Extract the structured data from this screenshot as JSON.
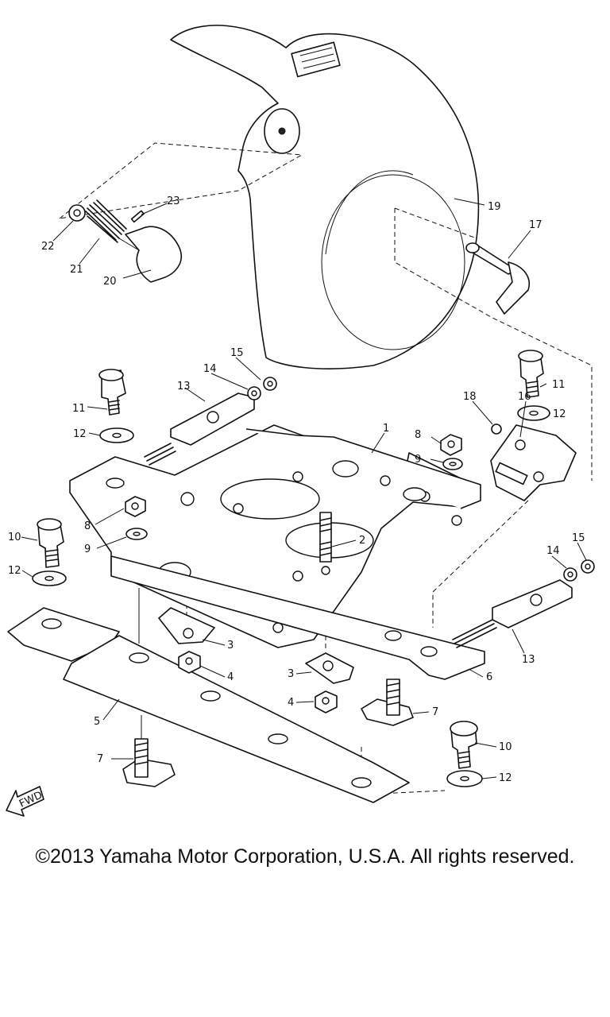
{
  "copyright": "©2013 Yamaha Motor Corporation, U.S.A. All rights reserved.",
  "fwd_label": "FWD",
  "callouts": {
    "c1": "1",
    "c2": "2",
    "c3a": "3",
    "c3b": "3",
    "c4a": "4",
    "c4b": "4",
    "c5": "5",
    "c6": "6",
    "c7a": "7",
    "c7b": "7",
    "c8a": "8",
    "c8b": "8",
    "c9a": "9",
    "c9b": "9",
    "c10a": "10",
    "c10b": "10",
    "c11a": "11",
    "c11b": "11",
    "c12a": "12",
    "c12b": "12",
    "c12c": "12",
    "c12d": "12",
    "c13a": "13",
    "c13b": "13",
    "c14a": "14",
    "c14b": "14",
    "c15a": "15",
    "c15b": "15",
    "c16": "16",
    "c17": "17",
    "c18": "18",
    "c19": "19",
    "c20": "20",
    "c21": "21",
    "c22": "22",
    "c23": "23"
  }
}
